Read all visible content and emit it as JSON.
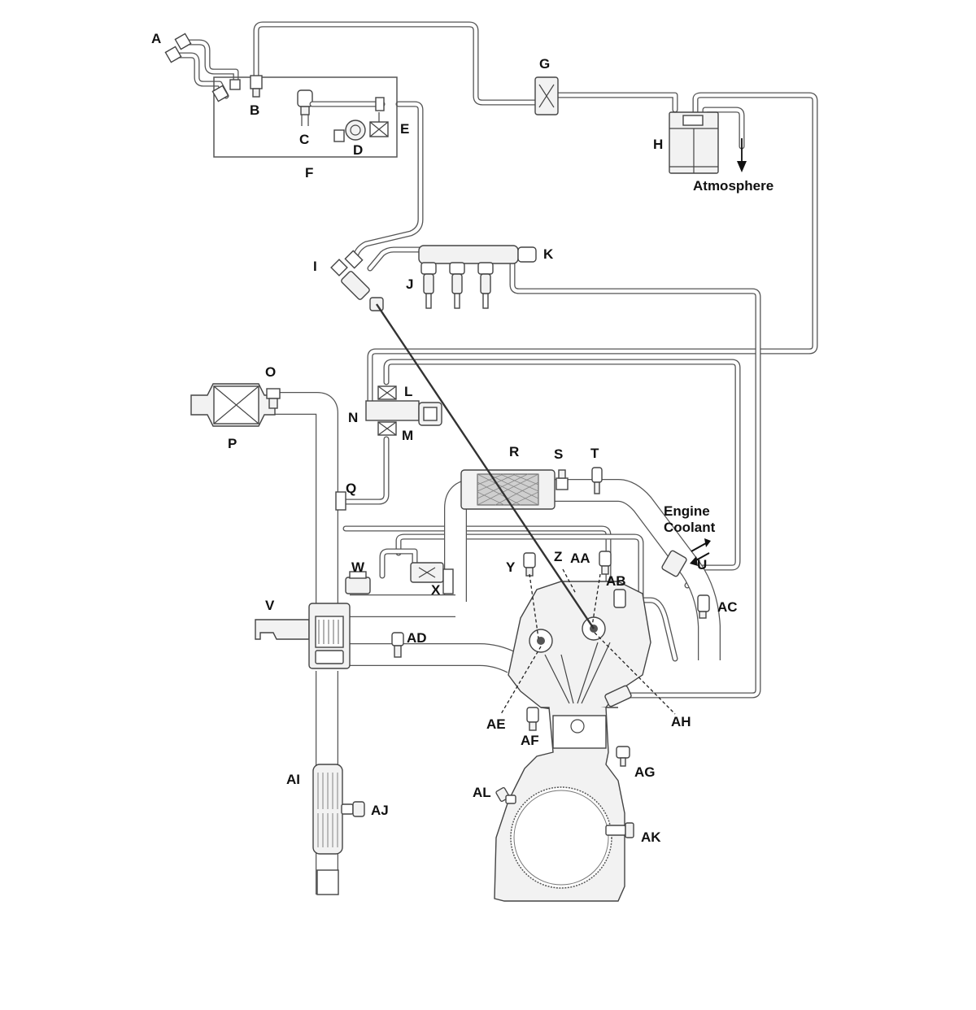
{
  "diagram": {
    "labels": {
      "A": "A",
      "B": "B",
      "C": "C",
      "D": "D",
      "E": "E",
      "F": "F",
      "G": "G",
      "H": "H",
      "I": "I",
      "J": "J",
      "K": "K",
      "L": "L",
      "M": "M",
      "N": "N",
      "O": "O",
      "P": "P",
      "Q": "Q",
      "R": "R",
      "S": "S",
      "T": "T",
      "U": "U",
      "V": "V",
      "W": "W",
      "X": "X",
      "Y": "Y",
      "Z": "Z",
      "AA": "AA",
      "AB": "AB",
      "AC": "AC",
      "AD": "AD",
      "AE": "AE",
      "AF": "AF",
      "AG": "AG",
      "AH": "AH",
      "AI": "AI",
      "AJ": "AJ",
      "AK": "AK",
      "AL": "AL"
    },
    "annotations": {
      "atmosphere": "Atmosphere",
      "engine_coolant_line1": "Engine",
      "engine_coolant_line2": "Coolant"
    },
    "colors": {
      "line": "#555555",
      "fill": "#ffffff",
      "part_fill": "#f2f2f2",
      "text": "#111111"
    }
  }
}
